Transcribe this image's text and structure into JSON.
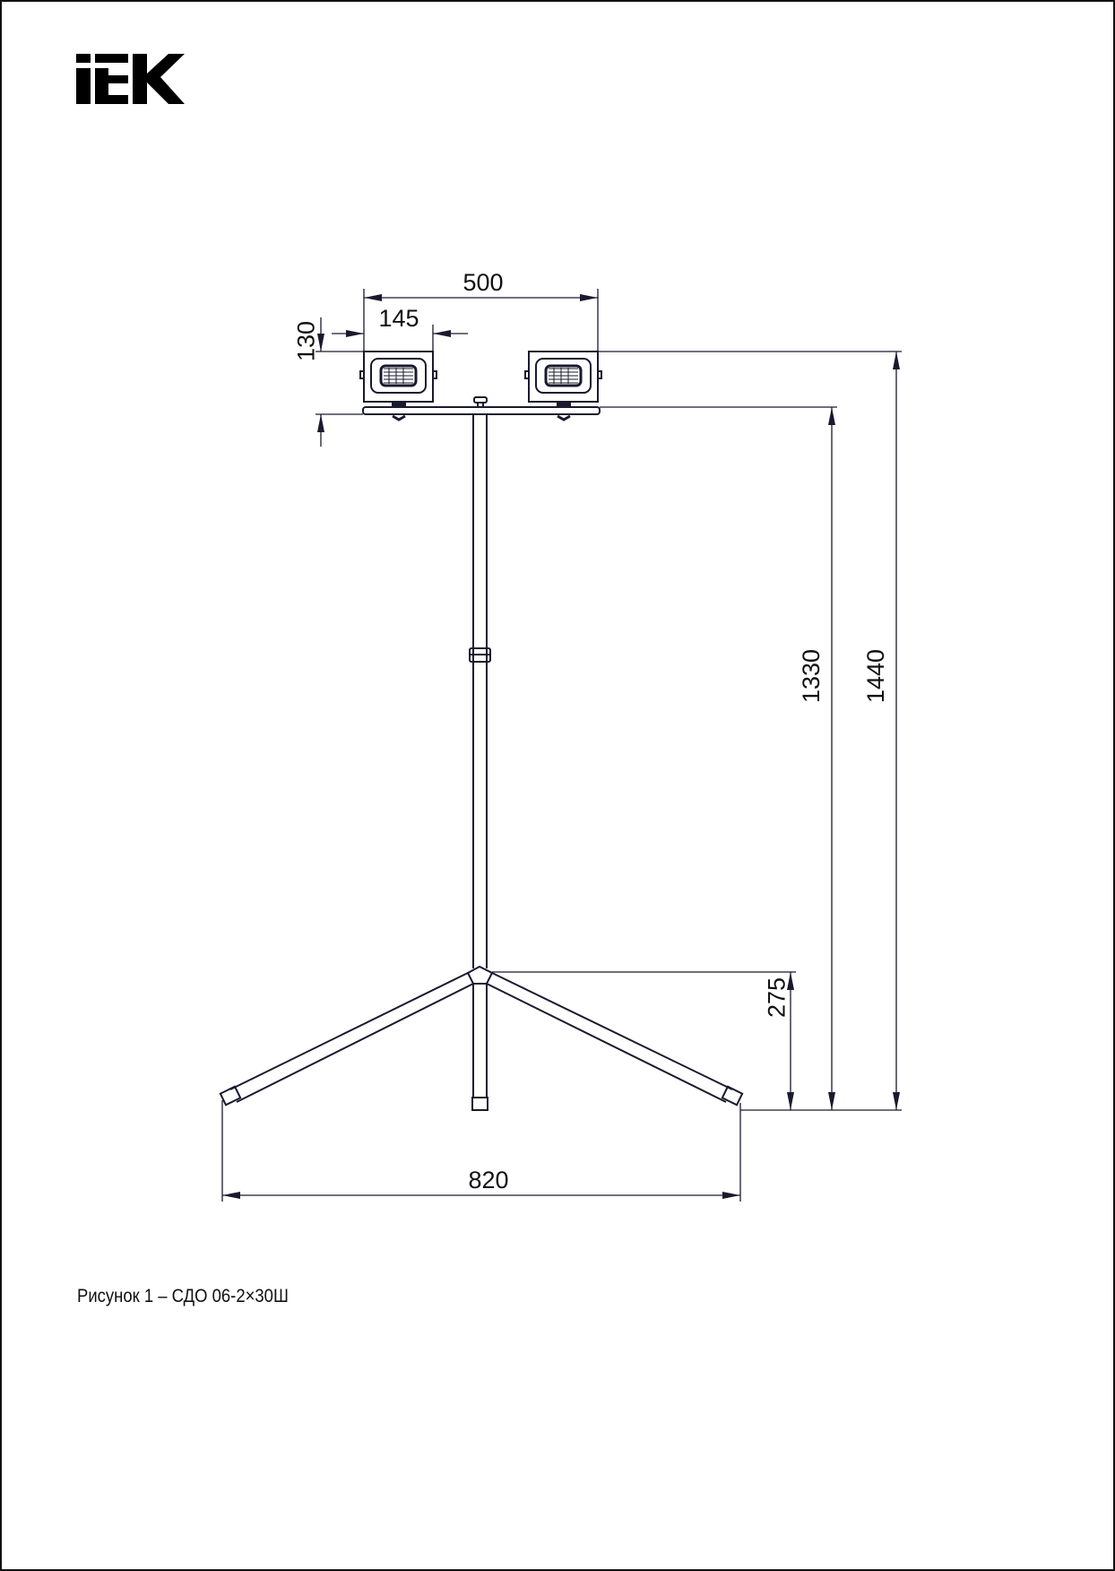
{
  "logo": {
    "text": "IEK"
  },
  "dimensions": {
    "width_total": "500",
    "fixture_width": "145",
    "fixture_height": "130",
    "height_min": "1330",
    "height_max": "1440",
    "tripod_height": "275",
    "tripod_span": "820"
  },
  "caption": "Рисунок 1 – СДО 06-2×30Ш",
  "colors": {
    "line": "#1a1a2e",
    "text": "#111111"
  }
}
